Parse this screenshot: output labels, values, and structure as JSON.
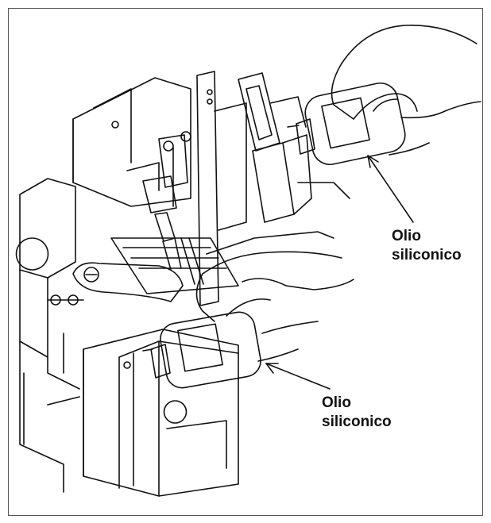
{
  "callouts": [
    {
      "line1": "Olio",
      "line2": "siliconico"
    },
    {
      "line1": "Olio",
      "line2": "siliconico"
    }
  ],
  "colors": {
    "ink": "#111111",
    "frame": "#555555",
    "paper": "#ffffff"
  }
}
